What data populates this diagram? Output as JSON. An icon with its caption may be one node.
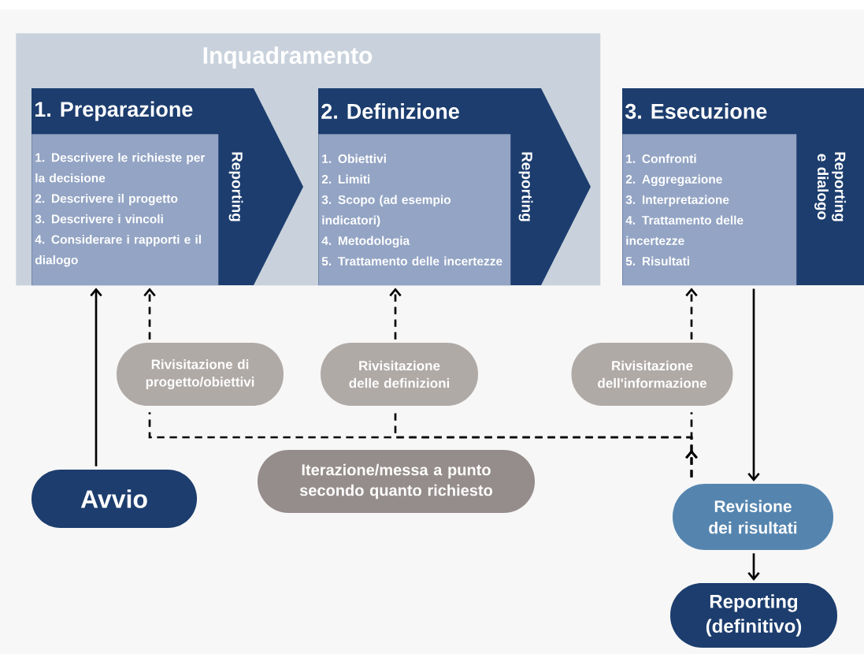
{
  "diagram": {
    "nodes": [
      {
        "text": [
          "Inquadramento"
        ]
      },
      {
        "text": [
          "1. Preparazione",
          "Reporting"
        ],
        "in": 0
      },
      {
        "text": [
          "1. Descrivere le richieste per la decisione",
          "2. Descrivere il progetto",
          "3. Descrivere i vincoli",
          "4. Considerare i rapporti e il dialogo"
        ],
        "in": 1
      },
      {
        "text": [
          "2. Definizione",
          "Reporting"
        ],
        "in": 0
      },
      {
        "text": [
          "1. Obiettivi",
          "2. Limiti",
          "3. Scopo (ad esempio indicatori)",
          "4. Metodologia",
          "5. Trattamento delle incertezze"
        ],
        "in": 3
      },
      {
        "text": [
          "3. Esecuzione",
          "Reporting e dialogo"
        ]
      },
      {
        "text": [
          "1. Confronti",
          "2. Aggregazione",
          "3. Interpretazione",
          "4. Trattamento delle incertezze",
          "5. Risultati"
        ],
        "in": 5
      },
      {
        "text": [
          "Rivisitazione di progetto/obiettivi"
        ]
      },
      {
        "text": [
          "Rivisitazione delle definizioni"
        ]
      },
      {
        "text": [
          "Rivisitazione dell'informazione"
        ]
      },
      {
        "text": [
          "Iterazione/messa a punto secondo quanto richiesto"
        ]
      },
      {
        "text": [
          "Avvio"
        ]
      },
      {
        "text": [
          "Revisione dei risultati"
        ]
      },
      {
        "text": [
          "Reporting (definitivo)"
        ]
      }
    ],
    "edges": [
      {
        "from": 11,
        "to": 1,
        "arrow": "to"
      },
      {
        "from": 7,
        "to": 1,
        "arrow": "to",
        "style": "dashed"
      },
      {
        "from": 8,
        "to": 3,
        "arrow": "to",
        "style": "dashed"
      },
      {
        "from": 9,
        "to": 5,
        "arrow": "to",
        "style": "dashed"
      },
      {
        "from": 12,
        "to": 7,
        "arrow": "to",
        "style": "dashed"
      },
      {
        "from": 12,
        "to": 8,
        "arrow": "to",
        "style": "dashed"
      },
      {
        "from": 12,
        "to": 9,
        "arrow": "to",
        "style": "dashed"
      },
      {
        "from": 5,
        "to": 12,
        "arrow": "to"
      },
      {
        "from": 12,
        "to": 13,
        "arrow": "to"
      }
    ]
  }
}
